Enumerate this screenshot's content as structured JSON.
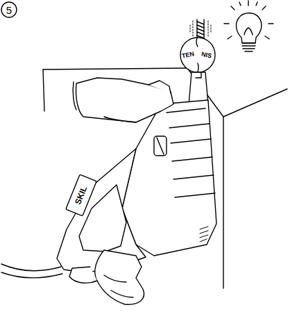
{
  "diagram": {
    "labels": [
      "5",
      "TEN",
      "NIS",
      "SKIL"
    ]
  }
}
